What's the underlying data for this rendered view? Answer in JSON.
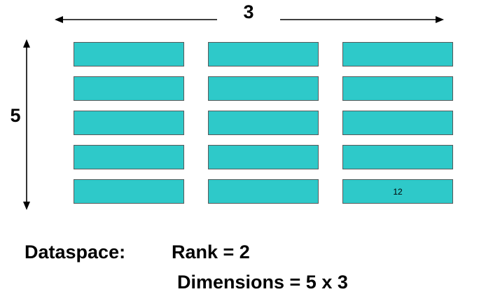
{
  "diagram": {
    "width_label": "3",
    "height_label": "5",
    "grid": {
      "rows": 5,
      "cols": 3,
      "labeled_cell": {
        "row": 5,
        "col": 3,
        "value": "12"
      }
    },
    "caption": {
      "title": "Dataspace:",
      "rank": "Rank = 2",
      "dimensions": "Dimensions = 5 x 3"
    },
    "colors": {
      "cell_fill": "#2EC9C9",
      "cell_border": "#595959",
      "arrow": "#000000"
    }
  }
}
